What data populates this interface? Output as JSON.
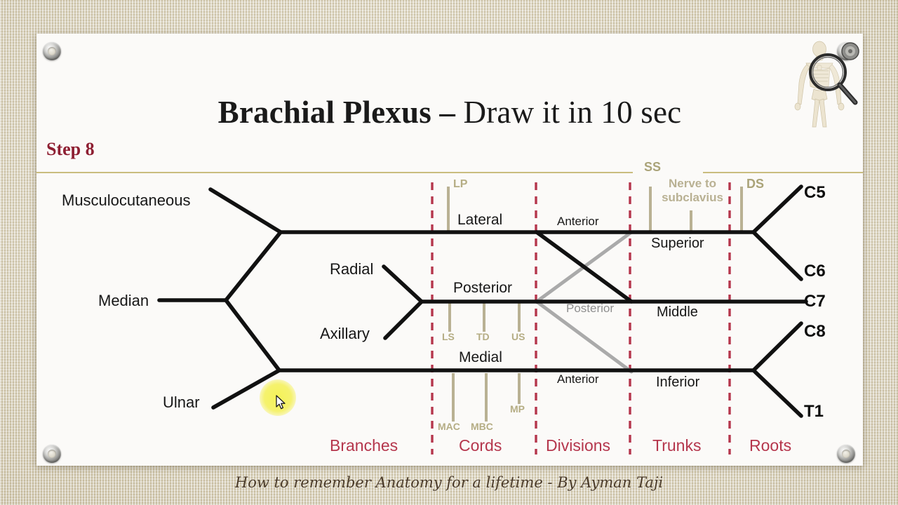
{
  "slide": {
    "title_strong": "Brachial Plexus – ",
    "title_light": "Draw it in 10 sec",
    "step": "Step 8",
    "caption": "How to remember Anatomy for a lifetime - By Ayman Taji",
    "accent_red": "#8e1f32",
    "accent_gold": "#c9bd7e",
    "category_red": "#b5364c",
    "tan": "#b5ad84",
    "card_bg": "#fbfaf8",
    "desk_bg": "#e9e1c9"
  },
  "branches": [
    {
      "label": "Musculocutaneous"
    },
    {
      "label": "Median"
    },
    {
      "label": "Ulnar"
    },
    {
      "label": "Radial"
    },
    {
      "label": "Axillary"
    }
  ],
  "cords": [
    {
      "label": "Lateral"
    },
    {
      "label": "Posterior"
    },
    {
      "label": "Medial"
    }
  ],
  "cord_branches": [
    {
      "abbr": "LP"
    },
    {
      "abbr": "LS"
    },
    {
      "abbr": "TD"
    },
    {
      "abbr": "US"
    },
    {
      "abbr": "MAC"
    },
    {
      "abbr": "MBC"
    },
    {
      "abbr": "MP"
    }
  ],
  "divisions": [
    {
      "label": "Anterior"
    },
    {
      "label": "Posterior"
    },
    {
      "label": "Anterior"
    }
  ],
  "trunks": [
    {
      "label": "Superior"
    },
    {
      "label": "Middle"
    },
    {
      "label": "Inferior"
    }
  ],
  "trunk_branches": [
    {
      "abbr": "SS"
    },
    {
      "abbr": "Nerve to"
    },
    {
      "abbr": "subclavius"
    },
    {
      "abbr": "DS"
    }
  ],
  "roots": [
    {
      "label": "C5"
    },
    {
      "label": "C6"
    },
    {
      "label": "C7"
    },
    {
      "label": "C8"
    },
    {
      "label": "T1"
    }
  ],
  "categories": [
    {
      "label": "Branches"
    },
    {
      "label": "Cords"
    },
    {
      "label": "Divisions"
    },
    {
      "label": "Trunks"
    },
    {
      "label": "Roots"
    }
  ],
  "icons": {
    "skeleton": "skeleton-figure",
    "magnifier": "magnifying-glass",
    "cursor": "mouse-pointer",
    "screw": "corner-screw"
  }
}
